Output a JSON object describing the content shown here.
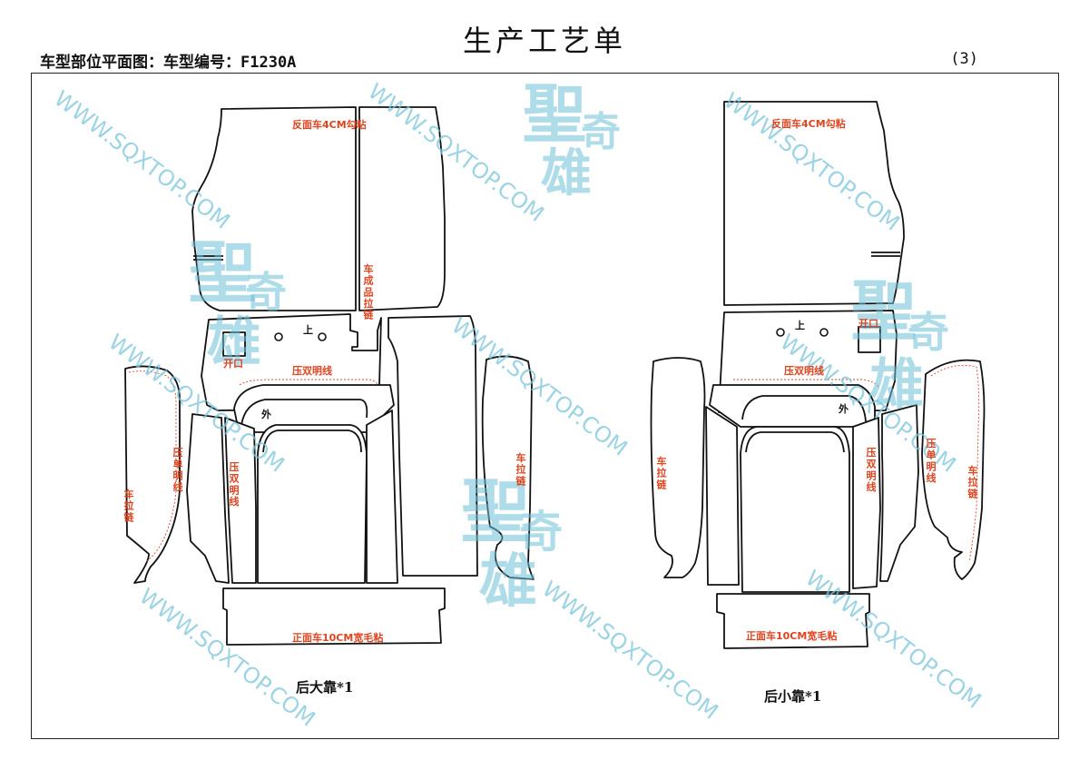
{
  "header": {
    "title": "生产工艺单",
    "subtitle": "车型部位平面图：车型编号：F1230A",
    "page_number": "(3)"
  },
  "watermark": {
    "url": "WWW.SQXTOP.COM",
    "logo_chars": [
      "聖",
      "奇",
      "雄"
    ],
    "color": "#7cc6dc"
  },
  "colors": {
    "outline": "#111111",
    "annotation": "#e0441f",
    "seam_line": "#e0452b"
  },
  "panels": {
    "large": {
      "caption": "后大靠*1",
      "labels": {
        "top_fold": "反面车4CM勾粘",
        "zipper_finished": "车成品拉链",
        "up": "上",
        "opening": "开口",
        "double_stitch_top": "压双明线",
        "outer": "外",
        "single_stitch": "压单明线",
        "zipper_left": "车拉链",
        "double_stitch_side": "压双明线",
        "zipper_right": "车拉链",
        "bottom_fleece": "正面车10CM宽毛粘"
      }
    },
    "small": {
      "caption": "后小靠*1",
      "labels": {
        "top_fold": "反面车4CM勾粘",
        "up": "上",
        "opening": "开口",
        "double_stitch_top": "压双明线",
        "outer": "外",
        "zipper_left": "车拉链",
        "double_stitch_side": "压双明线",
        "single_stitch": "压单明线",
        "zipper_right": "车拉链",
        "bottom_fleece": "正面车10CM宽毛粘"
      }
    }
  }
}
